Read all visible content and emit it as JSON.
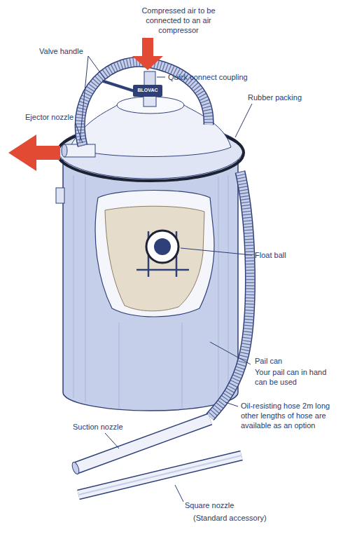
{
  "diagram": {
    "labels": [
      "Compressed air to be connected to an air compressor",
      "Valve handle",
      "Quick connect coupling",
      "BLOVAC",
      "Ejector nozzle",
      "Rubber packing",
      "Float ball",
      "Pail can",
      "Your pail can in hand can be used",
      "Oil-resisting hose 2m long other lengths of hose are available as an option",
      "Suction nozzle",
      "Square nozzle",
      "(Standard accessory)"
    ]
  }
}
